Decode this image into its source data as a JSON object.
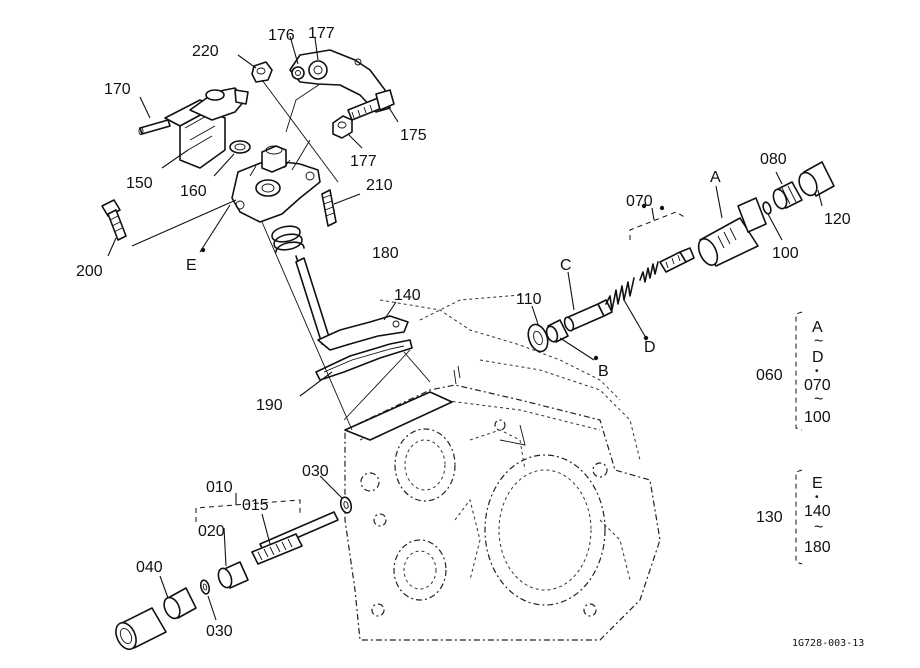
{
  "diagram": {
    "code": "1G728-003-13",
    "labels": {
      "p170": "170",
      "p220": "220",
      "p176": "176",
      "p177a": "177",
      "p175": "175",
      "p177b": "177",
      "p150": "150",
      "p160": "160",
      "p210": "210",
      "p180": "180",
      "p200": "200",
      "pE": "E",
      "p140": "140",
      "p190": "190",
      "p110": "110",
      "pC": "C",
      "pB": "B",
      "pD": "D",
      "p070": "070",
      "pA": "A",
      "p080": "080",
      "p100": "100",
      "p120": "120",
      "p030a": "030",
      "p010": "010",
      "p015": "015",
      "p020": "020",
      "p040": "040",
      "p030b": "030"
    },
    "group060": {
      "label": "060",
      "line1": "A",
      "tilde1": "~",
      "line2": "D",
      "dot": "•",
      "line3": "070",
      "tilde2": "~",
      "line4": "100"
    },
    "group130": {
      "label": "130",
      "line1": "E",
      "dot": "•",
      "line2": "140",
      "tilde": "~",
      "line3": "180"
    }
  }
}
